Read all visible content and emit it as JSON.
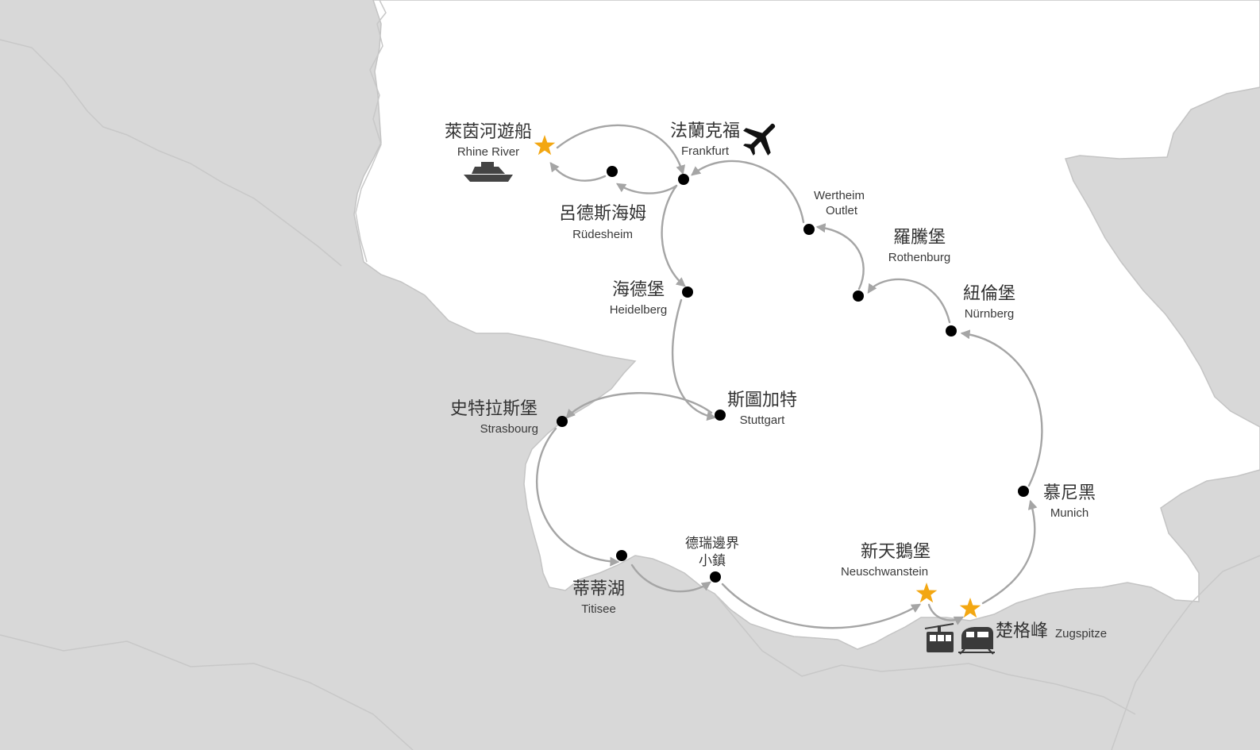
{
  "colors": {
    "land_outside": "#d8d8d8",
    "land_inside": "#ffffff",
    "border_line": "#c4c4c4",
    "route": "#a5a5a5",
    "dot": "#000000",
    "star": "#f3a712",
    "icon": "#333333"
  },
  "cities": {
    "rhine_river": {
      "zh": "萊茵河遊船",
      "en": "Rhine River",
      "marker": "star"
    },
    "frankfurt": {
      "zh": "法蘭克福",
      "en": "Frankfurt",
      "marker": "dot"
    },
    "rudesheim": {
      "zh": "呂德斯海姆",
      "en": "Rüdesheim",
      "marker": "dot"
    },
    "wertheim": {
      "en_line1": "Wertheim",
      "en_line2": "Outlet",
      "marker": "dot"
    },
    "heidelberg": {
      "zh": "海德堡",
      "en": "Heidelberg",
      "marker": "dot"
    },
    "rothenburg": {
      "zh": "羅騰堡",
      "en": "Rothenburg",
      "marker": "dot"
    },
    "nurnberg": {
      "zh": "紐倫堡",
      "en": "Nürnberg",
      "marker": "dot"
    },
    "stuttgart": {
      "zh": "斯圖加特",
      "en": "Stuttgart",
      "marker": "dot"
    },
    "strasbourg": {
      "zh": "史特拉斯堡",
      "en": "Strasbourg",
      "marker": "dot"
    },
    "munich": {
      "zh": "慕尼黑",
      "en": "Munich",
      "marker": "dot"
    },
    "border_town": {
      "zh_line1": "德瑞邊界",
      "zh_line2": "小鎮",
      "marker": "dot"
    },
    "neuschwanstein": {
      "zh": "新天鵝堡",
      "en": "Neuschwanstein",
      "marker": "star"
    },
    "titisee": {
      "zh": "蒂蒂湖",
      "en": "Titisee",
      "marker": "dot"
    },
    "zugspitze": {
      "zh": "楚格峰",
      "en": "Zugspitze",
      "marker": "star"
    }
  },
  "icons": {
    "airplane": "airplane-icon",
    "boat": "boat-icon",
    "cable_car": "cable-car-icon",
    "train": "train-icon"
  }
}
